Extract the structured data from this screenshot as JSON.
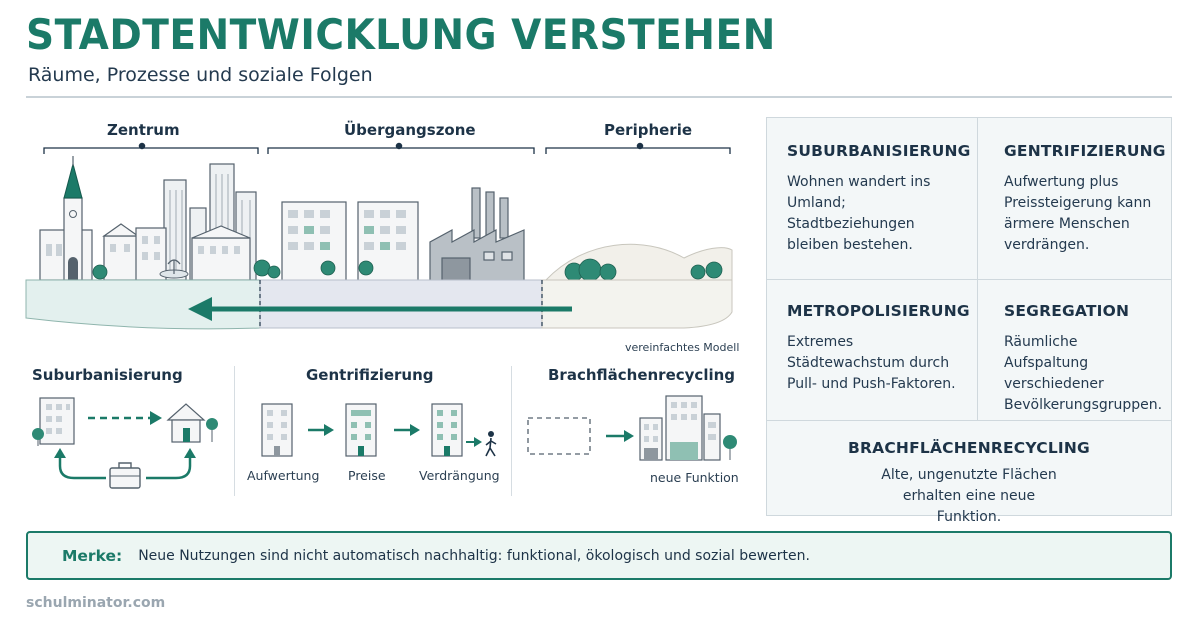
{
  "header": {
    "title": "STADTENTWICKLUNG VERSTEHEN",
    "subtitle": "Räume, Prozesse und soziale Folgen"
  },
  "zones": {
    "center": "Zentrum",
    "transition": "Übergangszone",
    "periphery": "Peripherie",
    "note": "vereinfachtes Modell"
  },
  "processes": {
    "suburbanisierung": {
      "title": "Suburbanisierung"
    },
    "gentrifizierung": {
      "title": "Gentrifizierung",
      "steps": [
        "Aufwertung",
        "Preise",
        "Verdrängung"
      ]
    },
    "brachflaechen": {
      "title": "Brachflächenrecycling",
      "caption": "neue Funktion"
    }
  },
  "terms": [
    {
      "title": "SUBURBANISIERUNG",
      "text": "Wohnen wandert ins Umland; Stadtbeziehungen bleiben bestehen."
    },
    {
      "title": "GENTRIFIZIERUNG",
      "text": "Aufwertung plus Preissteigerung kann ärmere Menschen verdrängen."
    },
    {
      "title": "METROPOLISIERUNG",
      "text": "Extremes Städtewachstum durch Pull- und Push-Faktoren."
    },
    {
      "title": "SEGREGATION",
      "text": "Räumliche Aufspaltung verschiedener Bevölkerungsgruppen."
    },
    {
      "title": "BRACHFLÄCHENRECYCLING",
      "text": "Alte, ungenutzte Flächen erhalten eine neue Funktion."
    }
  ],
  "merke": {
    "label": "Merke:",
    "text": "Neue Nutzungen sind nicht automatisch nachhaltig: funktional, ökologisch und sozial bewerten."
  },
  "footer": {
    "brand": "schulminator.com"
  },
  "colors": {
    "accent": "#1b7a68",
    "dark": "#1d3347",
    "panel": "#f3f7f8"
  },
  "icons": [
    "church-icon",
    "skyscraper-icon",
    "apartment-block-icon",
    "factory-icon",
    "tree-icon",
    "house-icon",
    "briefcase-icon",
    "walking-person-icon",
    "arrow-right-icon",
    "empty-lot-icon"
  ]
}
